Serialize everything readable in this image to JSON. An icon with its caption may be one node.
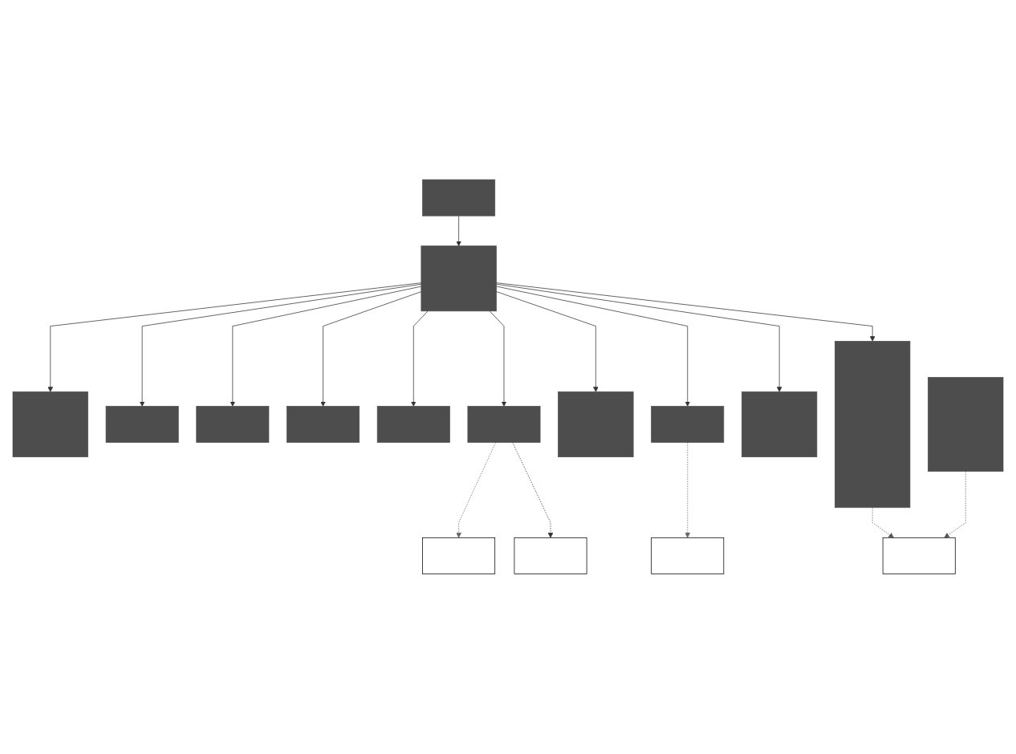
{
  "diagram": {
    "nodes": [
      {
        "text": [],
        "shape": "box"
      },
      {
        "text": [],
        "shape": "box"
      },
      {
        "text": [],
        "shape": "box"
      },
      {
        "text": [],
        "shape": "box"
      },
      {
        "text": [],
        "shape": "box"
      },
      {
        "text": [],
        "shape": "box"
      },
      {
        "text": [],
        "shape": "box"
      },
      {
        "text": [],
        "shape": "box"
      },
      {
        "text": [],
        "shape": "box"
      },
      {
        "text": [],
        "shape": "box"
      },
      {
        "text": [],
        "shape": "box"
      },
      {
        "text": [],
        "shape": "box"
      },
      {
        "text": [],
        "shape": "box"
      },
      {
        "text": [],
        "shape": "box"
      },
      {
        "text": [],
        "shape": "box"
      },
      {
        "text": [],
        "shape": "box"
      },
      {
        "text": [],
        "shape": "box"
      }
    ],
    "edges": [
      {
        "from": 0,
        "to": 1,
        "arrow": "to"
      },
      {
        "from": 1,
        "to": 2,
        "arrow": "to"
      },
      {
        "from": 1,
        "to": 3,
        "arrow": "to"
      },
      {
        "from": 1,
        "to": 4,
        "arrow": "to"
      },
      {
        "from": 1,
        "to": 5,
        "arrow": "to"
      },
      {
        "from": 1,
        "to": 6,
        "arrow": "to"
      },
      {
        "from": 1,
        "to": 7,
        "arrow": "to"
      },
      {
        "from": 1,
        "to": 10,
        "arrow": "to"
      },
      {
        "from": 1,
        "to": 11,
        "arrow": "to"
      },
      {
        "from": 1,
        "to": 13,
        "arrow": "to"
      },
      {
        "from": 1,
        "to": 14,
        "arrow": "to"
      },
      {
        "from": 7,
        "to": 8,
        "arrow": "to",
        "style": "dashed",
        "color": "#666666"
      },
      {
        "from": 7,
        "to": 9,
        "arrow": "to",
        "style": "dashed"
      },
      {
        "from": 11,
        "to": 12,
        "arrow": "to",
        "style": "dashed",
        "color": "#666666"
      },
      {
        "from": 14,
        "to": 16,
        "arrow": "to",
        "style": "dashed",
        "color": "#555555"
      },
      {
        "from": 15,
        "to": 16,
        "arrow": "to",
        "style": "dashed",
        "color": "#555555"
      }
    ]
  }
}
